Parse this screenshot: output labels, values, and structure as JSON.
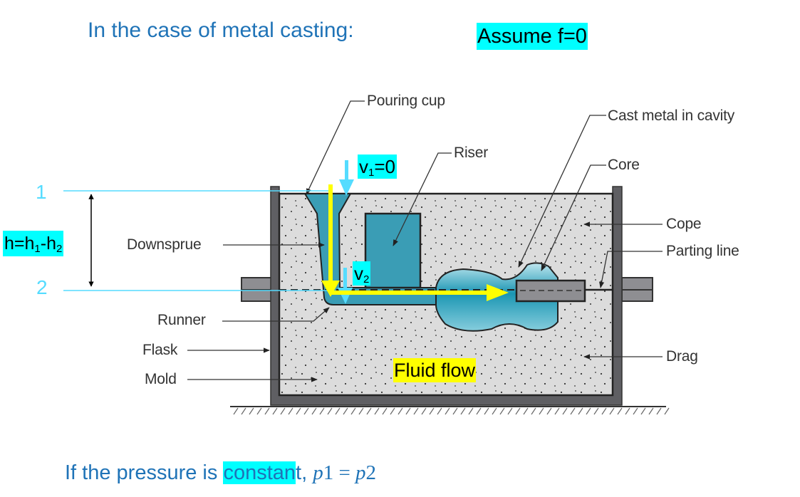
{
  "slide": {
    "title": "In the case of metal casting:",
    "assumption": "Assume f=0",
    "footer": {
      "prefix": "If the pressure is ",
      "highlight": "constan",
      "suffix": "t, ",
      "math_p1": "p",
      "math_1": "1",
      "math_eq": " = ",
      "math_p2": "p",
      "math_2": "2"
    }
  },
  "annotations": {
    "level_1": "1",
    "level_2": "2",
    "height": {
      "main": "h=h",
      "sub1": "1",
      "minus": "-h",
      "sub2": "2"
    },
    "v1": {
      "main": "v",
      "sub": "1",
      "tail": "=0"
    },
    "v2": {
      "main": "v",
      "sub": "2"
    },
    "fluid_flow": "Fluid flow"
  },
  "diagram_labels": {
    "pouring_cup": "Pouring cup",
    "riser": "Riser",
    "cast_metal": "Cast metal in cavity",
    "core": "Core",
    "downsprue": "Downsprue",
    "cope": "Cope",
    "parting_line": "Parting line",
    "runner": "Runner",
    "flask": "Flask",
    "mold": "Mold",
    "drag": "Drag"
  },
  "colors": {
    "title_blue": "#1f73b7",
    "highlight_cyan": "#00ffff",
    "highlight_yellow": "#ffff00",
    "level_line": "#55dcff",
    "flow_arrow": "#ffff00",
    "metal": "#2e9bb5",
    "sand": "#dcdcdc",
    "flask": "#5f5f63"
  }
}
